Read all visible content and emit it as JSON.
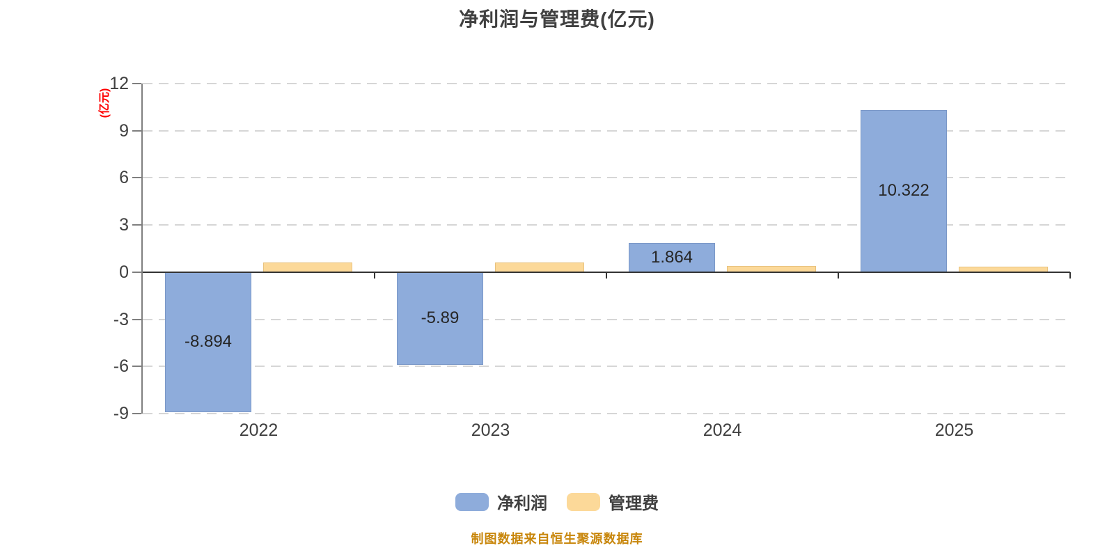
{
  "title": "净利润与管理费(亿元)",
  "y_axis_unit": "(亿元)",
  "source_note": "制图数据来自恒生聚源数据库",
  "colors": {
    "net_profit_fill": "#8EACDB",
    "net_profit_border": "#7A97C7",
    "mgmt_fee_fill": "#FCD999",
    "mgmt_fee_border": "#E8C27E",
    "title_text": "#404040",
    "axis_text": "#404040",
    "unit_label": "#ff0000",
    "gridline": "#d6d6d6",
    "zero_axis": "#333333",
    "source_text": "#C8860B"
  },
  "chart_data": {
    "type": "bar",
    "title": "净利润与管理费(亿元)",
    "categories": [
      "2022",
      "2023",
      "2024",
      "2025"
    ],
    "series": [
      {
        "name": "净利润",
        "color": "#8EACDB",
        "values": [
          -8.894,
          -5.89,
          1.864,
          10.322
        ],
        "labels": [
          "-8.894",
          "-5.89",
          "1.864",
          "10.322"
        ],
        "labels_shown": true
      },
      {
        "name": "管理费",
        "color": "#FCD999",
        "values": [
          0.63,
          0.62,
          0.4,
          0.37
        ],
        "labels": [
          "",
          "",
          "",
          ""
        ],
        "labels_shown": false
      }
    ],
    "ylabel": "(亿元)",
    "ylim": [
      -9,
      12
    ],
    "yticks": [
      12,
      9,
      6,
      3,
      0,
      -3,
      -6,
      -9
    ],
    "grid": "horizontal-dashed",
    "legend_position": "bottom-center"
  }
}
